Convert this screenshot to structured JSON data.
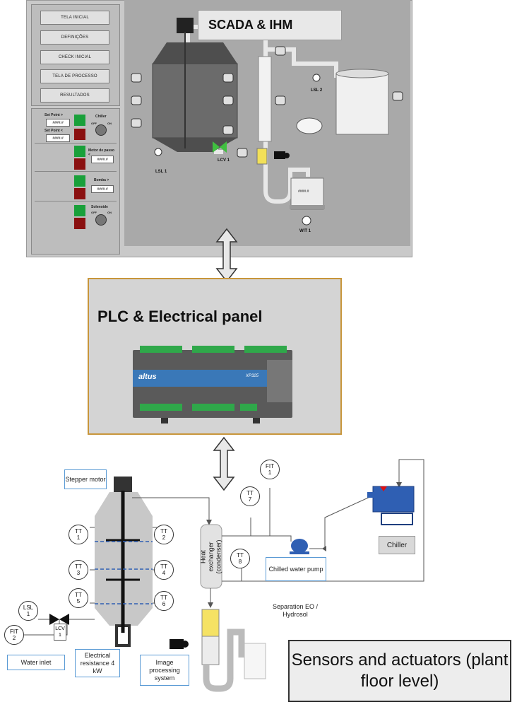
{
  "scada": {
    "title": "SCADA & IHM",
    "menu": [
      "TELA INICIAL",
      "DEFINIÇÕES",
      "CHECK INICIAL",
      "TELA DE PROCESSO",
      "RESULTADOS"
    ],
    "controls": {
      "setpoint_gt": "Set Point >",
      "setpoint_lt": "Set Point <",
      "chiller": "Chiller",
      "motor": "Motor de passo <",
      "bomba": "Bomba >",
      "solenoide": "Solenoide",
      "off": "OFF",
      "on": "ON",
      "placeholder": "####.#"
    },
    "labels": {
      "lsl1": "LSL 1",
      "lcv1": "LCV 1",
      "lsl2": "LSL 2",
      "wit1": "WIT 1",
      "scale_value": "####.#"
    }
  },
  "plc": {
    "title": "PLC & Electrical panel",
    "brand": "altus",
    "model": "XP325"
  },
  "plant": {
    "stepper_motor": "Stepper motor",
    "tt1": "TT\n1",
    "tt2": "TT\n2",
    "tt3": "TT\n3",
    "tt4": "TT\n4",
    "tt5": "TT\n5",
    "tt6": "TT\n6",
    "tt7": "TT\n7",
    "tt8": "TT\n8",
    "fit1": "FIT\n1",
    "fit2": "FIT\n2",
    "lsl1": "LSL\n1",
    "lcv1": "LCV\n1",
    "heat_exchanger": "Heat exchanger (condenser)",
    "chilled_water_pump": "Chilled water pump",
    "chiller": "Chiller",
    "water_inlet": "Water inlet",
    "electrical_resistance": "Electrical resistance 4 kW",
    "image_processing": "Image processing system",
    "separation": "Separation EO / Hydrosol",
    "sensors_actuators": "Sensors and actuators (plant floor level)"
  },
  "colors": {
    "plc_border": "#c8963b",
    "label_border": "#5b9bd5",
    "pump_blue": "#2f5fb3",
    "indicator_green": "#19a03a",
    "indicator_red": "#8a1010"
  }
}
